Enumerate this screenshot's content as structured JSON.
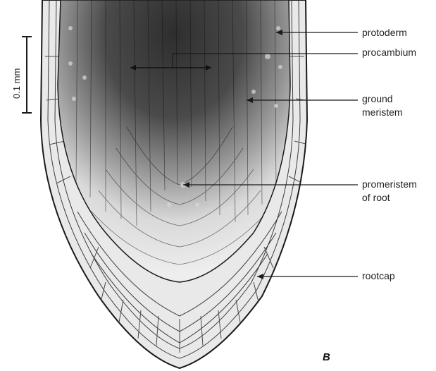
{
  "labels": {
    "protoderm": "protoderm",
    "procambium": "procambium",
    "ground_meristem_line1": "ground",
    "ground_meristem_line2": "meristem",
    "promeristem_line1": "promeristem",
    "promeristem_line2": "of root",
    "rootcap": "rootcap"
  },
  "scale_bar": {
    "label": "0.1 mm"
  },
  "panel_letter": "B",
  "colors": {
    "ink": "#1a1a1a",
    "dense_tissue": "#3a3a3a",
    "pale_tissue": "#e6e6e6"
  }
}
